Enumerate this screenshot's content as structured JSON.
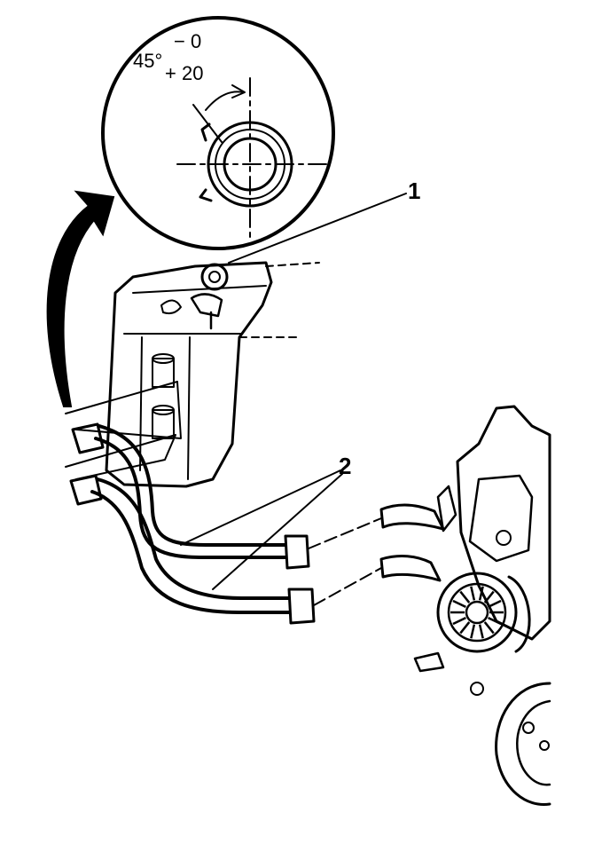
{
  "detail": {
    "angle_main": "45°",
    "tolerance_minus": "− 0",
    "tolerance_plus": "+ 20"
  },
  "callouts": {
    "part_1": "1",
    "part_2": "2"
  },
  "colors": {
    "ink": "#000000",
    "paper": "#ffffff"
  }
}
